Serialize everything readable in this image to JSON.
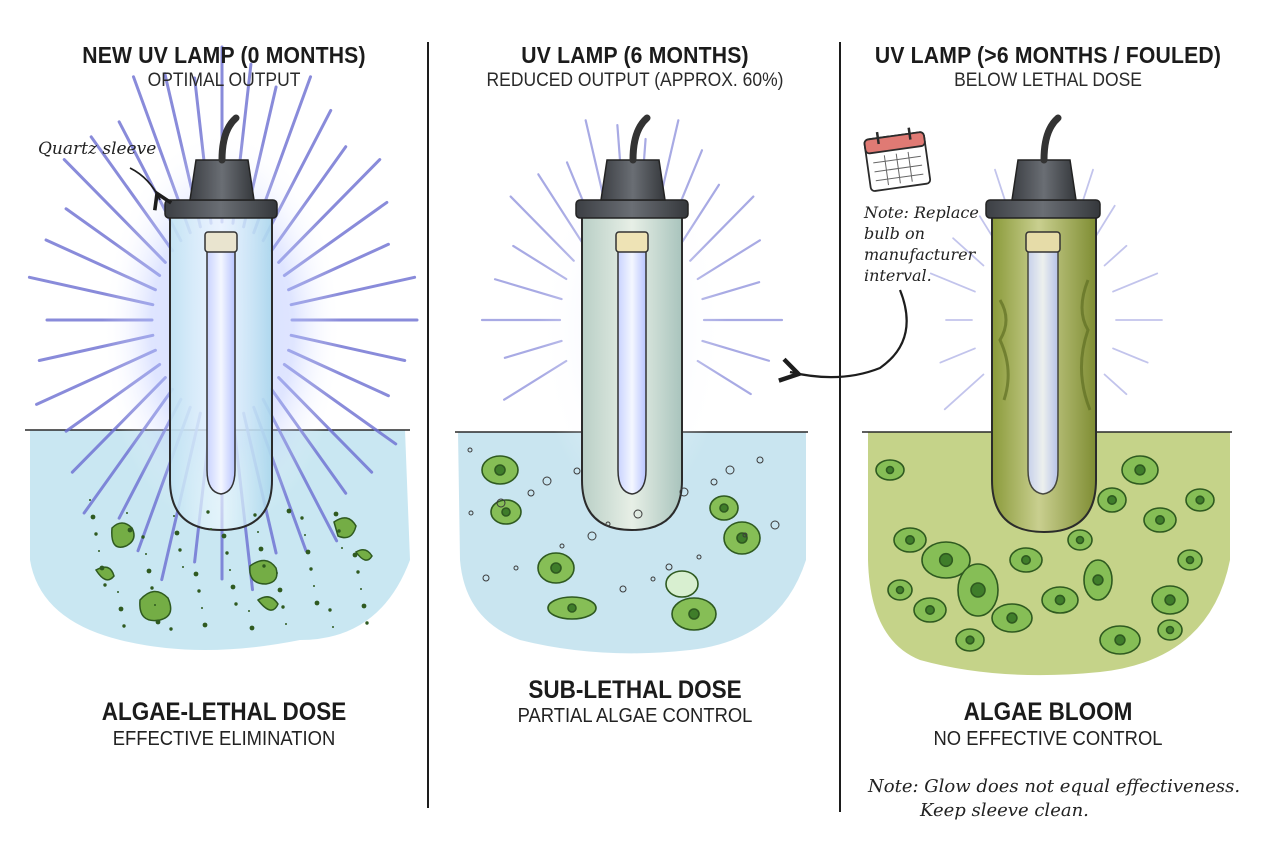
{
  "panels": [
    {
      "title": "NEW UV LAMP (0 MONTHS)",
      "subtitle": "OPTIMAL OUTPUT",
      "result_title": "ALGAE-LETHAL DOSE",
      "result_subtitle": "EFFECTIVE ELIMINATION"
    },
    {
      "title": "UV LAMP (6 MONTHS)",
      "subtitle": "REDUCED OUTPUT (APPROX. 60%)",
      "result_title": "SUB-LETHAL DOSE",
      "result_subtitle": "PARTIAL ALGAE CONTROL"
    },
    {
      "title": "UV LAMP (>6 MONTHS / FOULED)",
      "subtitle": "BELOW LETHAL DOSE",
      "result_title": "ALGAE BLOOM",
      "result_subtitle": "NO EFFECTIVE CONTROL"
    }
  ],
  "annotations": {
    "sleeve_label": "Quartz sleeve",
    "replace_note": "Note: Replace bulb on manufacturer interval.",
    "footer_note_line1": "Note: Glow does not equal effectiveness.",
    "footer_note_line2": "Keep sleeve clean."
  },
  "icons": [
    "calendar-icon",
    "arrow-icon"
  ],
  "colors": {
    "uv_ray": "#6c6fd2",
    "clean_water": "#a9d8ea",
    "fouled_water": "#a9bd5a",
    "algae": "#6aa83a",
    "lamp_cap": "#4a4d52"
  }
}
